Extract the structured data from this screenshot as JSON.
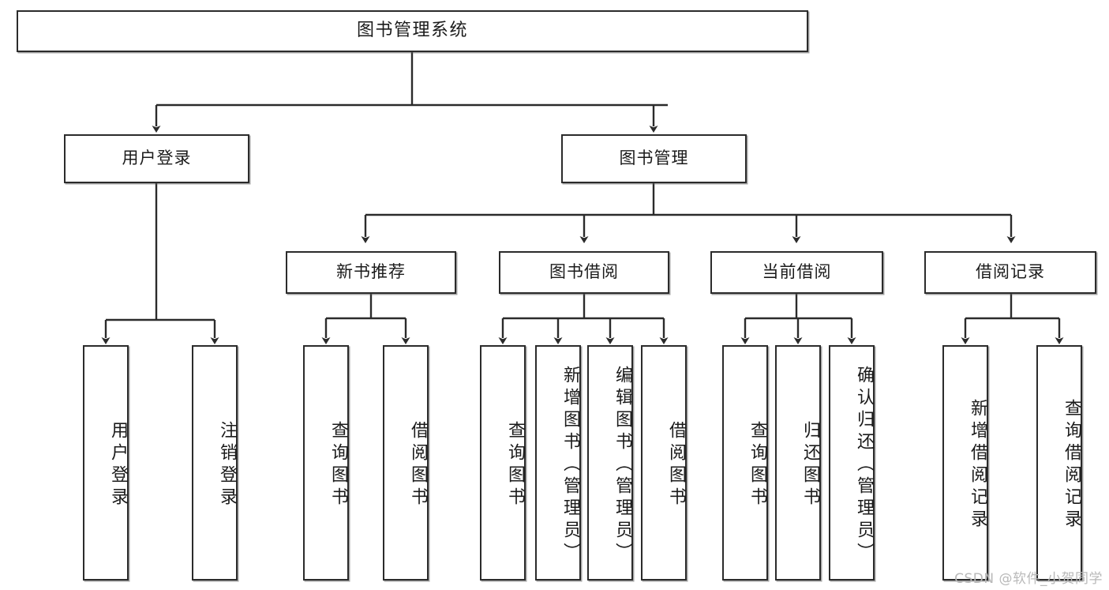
{
  "diagram": {
    "kind": "tree-structure-chart",
    "root": {
      "id": "root",
      "label": "图书管理系统"
    },
    "level2": [
      {
        "id": "user-login",
        "label": "用户登录"
      },
      {
        "id": "book-manage",
        "label": "图书管理"
      }
    ],
    "level3": [
      {
        "id": "new-book-recommend",
        "label": "新书推荐"
      },
      {
        "id": "book-borrow",
        "label": "图书借阅"
      },
      {
        "id": "current-borrow",
        "label": "当前借阅"
      },
      {
        "id": "borrow-record",
        "label": "借阅记录"
      }
    ],
    "leaves": [
      {
        "id": "leaf-user-login",
        "label": "用户登录",
        "parent": "user-login"
      },
      {
        "id": "leaf-logout-login",
        "label": "注销登录",
        "parent": "user-login"
      },
      {
        "id": "leaf-query-book-1",
        "label": "查询图书",
        "parent": "new-book-recommend"
      },
      {
        "id": "leaf-borrow-book-1",
        "label": "借阅图书",
        "parent": "new-book-recommend"
      },
      {
        "id": "leaf-query-book-2",
        "label": "查询图书",
        "parent": "book-borrow"
      },
      {
        "id": "leaf-add-book",
        "label": "新增图书（管理员）",
        "parent": "book-borrow"
      },
      {
        "id": "leaf-edit-book",
        "label": "编辑图书（管理员）",
        "parent": "book-borrow"
      },
      {
        "id": "leaf-borrow-book-2",
        "label": "借阅图书",
        "parent": "book-borrow"
      },
      {
        "id": "leaf-query-book-3",
        "label": "查询图书",
        "parent": "current-borrow"
      },
      {
        "id": "leaf-return-book",
        "label": "归还图书",
        "parent": "current-borrow"
      },
      {
        "id": "leaf-confirm-return",
        "label": "确认归还（管理员）",
        "parent": "current-borrow"
      },
      {
        "id": "leaf-add-record",
        "label": "新增借阅记录",
        "parent": "borrow-record"
      },
      {
        "id": "leaf-query-record",
        "label": "查询借阅记录",
        "parent": "borrow-record"
      }
    ],
    "colors": {
      "stroke": "#2b2b2b",
      "fill": "#ffffff",
      "text": "#1b1b1b",
      "watermark": "#b9b9b9"
    }
  },
  "watermark": {
    "text": "CSDN @软件_小贺同学"
  }
}
